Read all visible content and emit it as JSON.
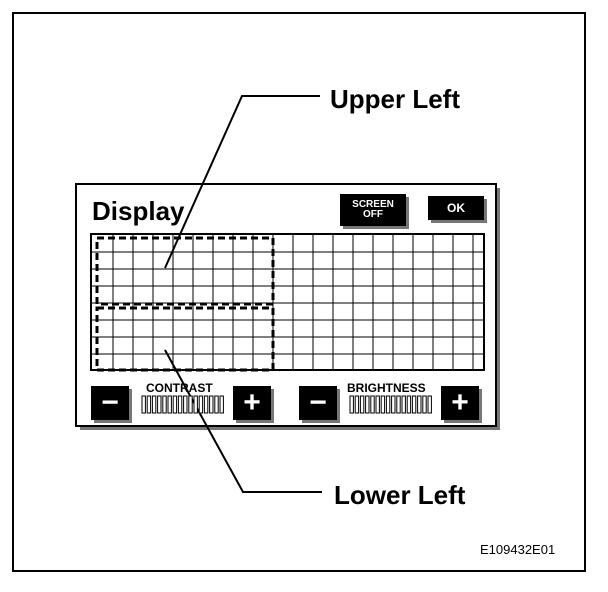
{
  "callouts": {
    "upper_left": "Upper Left",
    "lower_left": "Lower Left"
  },
  "panel": {
    "title": "Display",
    "screen_off_button": "SCREEN OFF",
    "ok_button": "OK",
    "contrast_label": "CONTRAST",
    "brightness_label": "BRIGHTNESS",
    "minus": "−",
    "plus": "+"
  },
  "figure_id": "E109432E01",
  "colors": {
    "ink": "#000000",
    "shadow": "#777777",
    "background": "#ffffff"
  },
  "icons": {
    "minus": "minus-icon",
    "plus": "plus-icon"
  }
}
